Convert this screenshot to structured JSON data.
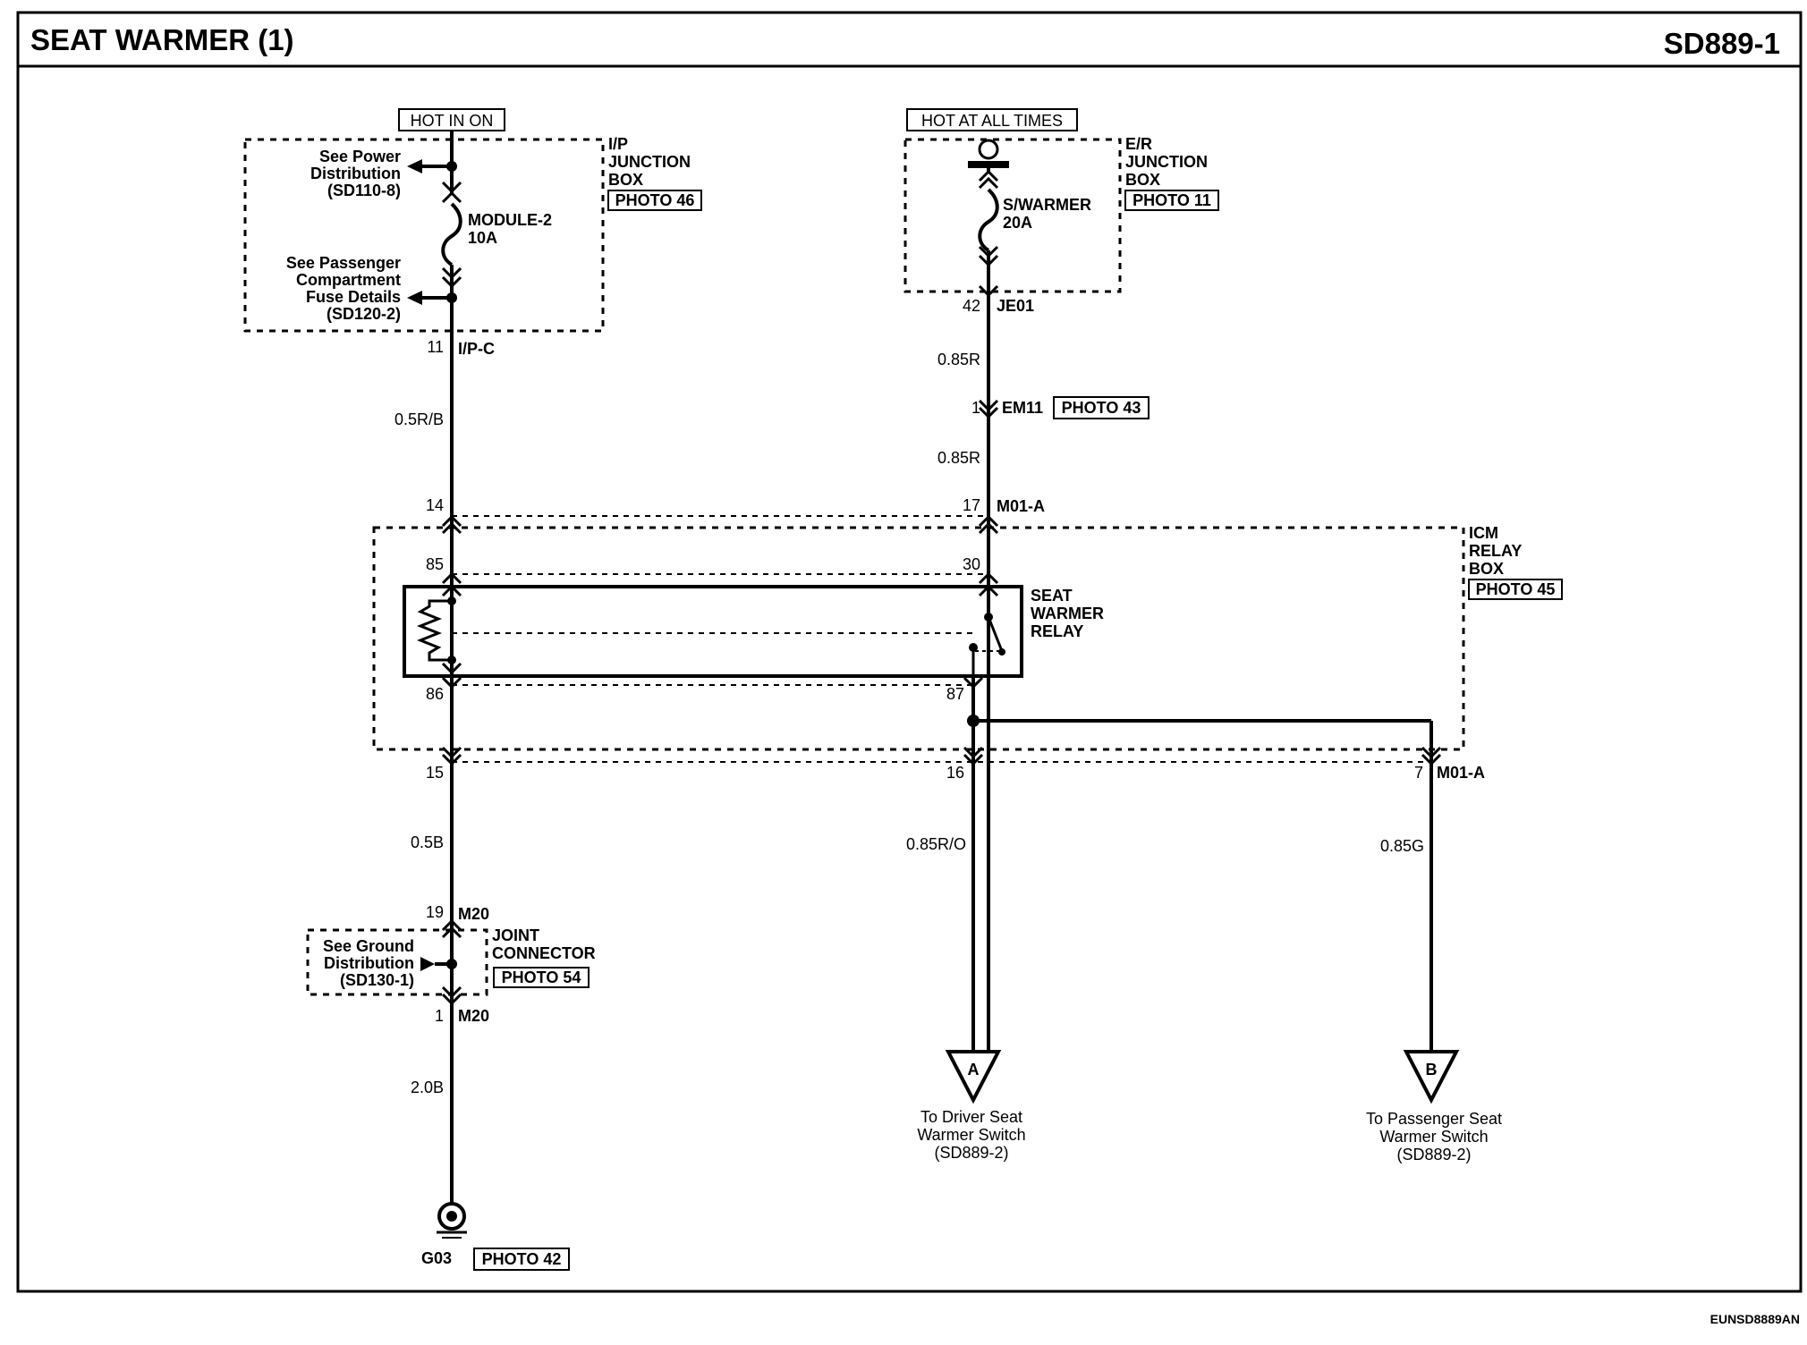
{
  "header": {
    "title": "SEAT WARMER (1)",
    "code": "SD889-1"
  },
  "footer": {
    "code": "EUNSD8889AN"
  },
  "power": {
    "hot_in_on": "HOT IN ON",
    "hot_at_all_times": "HOT AT ALL TIMES"
  },
  "ip_junction_box": {
    "label": [
      "I/P",
      "JUNCTION",
      "BOX"
    ],
    "photo": "PHOTO 46",
    "see_power": [
      "See Power",
      "Distribution",
      "(SD110-8)"
    ],
    "see_passenger": [
      "See Passenger",
      "Compartment",
      "Fuse Details",
      "(SD120-2)"
    ],
    "fuse_name": "MODULE-2",
    "fuse_rating": "10A",
    "pin": "11",
    "connector": "I/P-C"
  },
  "er_junction_box": {
    "label": [
      "E/R",
      "JUNCTION",
      "BOX"
    ],
    "photo": "PHOTO 11",
    "fuse_name": "S/WARMER",
    "fuse_rating": "20A",
    "pin": "42",
    "connector": "JE01"
  },
  "wires": {
    "w_05rb": "0.5R/B",
    "w_085r_a": "0.85R",
    "w_085r_b": "0.85R",
    "w_05b": "0.5B",
    "w_20b": "2.0B",
    "w_085ro": "0.85R/O",
    "w_085g": "0.85G"
  },
  "em11": {
    "pin": "1",
    "connector": "EM11",
    "photo": "PHOTO 43"
  },
  "icm_relay_box": {
    "label": [
      "ICM",
      "RELAY",
      "BOX"
    ],
    "photo": "PHOTO 45",
    "connector_top": "M01-A",
    "connector_bottom": "M01-A",
    "pin_14": "14",
    "pin_17": "17",
    "pin_15": "15",
    "pin_16": "16",
    "pin_7": "7"
  },
  "relay": {
    "label": [
      "SEAT",
      "WARMER",
      "RELAY"
    ],
    "pin_85": "85",
    "pin_30": "30",
    "pin_86": "86",
    "pin_87": "87"
  },
  "joint_connector": {
    "label": [
      "JOINT",
      "CONNECTOR"
    ],
    "photo": "PHOTO 54",
    "see_ground": [
      "See Ground",
      "Distribution",
      "(SD130-1)"
    ],
    "pin_top": "19",
    "connector_top": "M20",
    "pin_bottom": "1",
    "connector_bottom": "M20"
  },
  "ground": {
    "name": "G03",
    "photo": "PHOTO 42"
  },
  "connector_a": {
    "letter": "A",
    "text": [
      "To Driver Seat",
      "Warmer Switch",
      "(SD889-2)"
    ]
  },
  "connector_b": {
    "letter": "B",
    "text": [
      "To Passenger Seat",
      "Warmer Switch",
      "(SD889-2)"
    ]
  }
}
